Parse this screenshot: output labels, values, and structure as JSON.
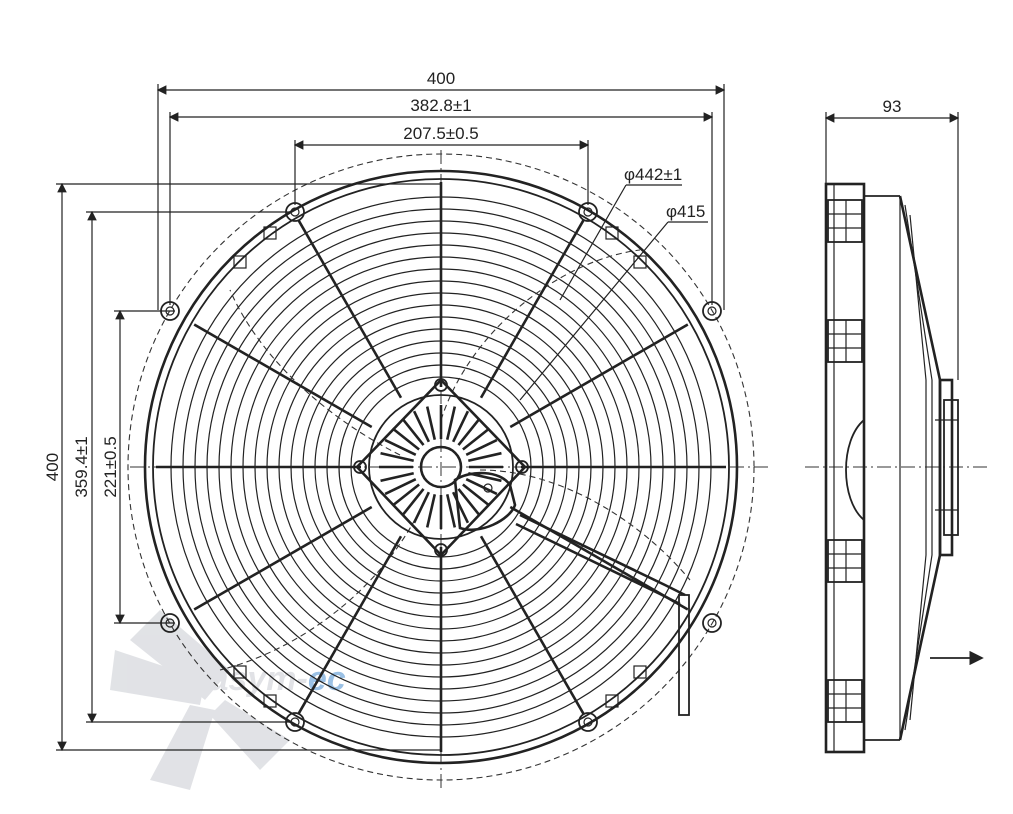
{
  "front_view": {
    "dim_width_overall": "400",
    "dim_width_mount": "382.8±1",
    "dim_width_inner": "207.5±0.5",
    "dim_dia_outer": "φ442±1",
    "dim_dia_fan": "φ415",
    "dim_height_overall": "400",
    "dim_height_mount": "359.4±1",
    "dim_height_inner": "221±0.5"
  },
  "side_view": {
    "dim_depth": "93"
  },
  "watermark": "Kasym-ec",
  "colors": {
    "line": "#222222",
    "watermark_gray": "#c9ccd2",
    "watermark_blue": "#4a8fd0"
  }
}
